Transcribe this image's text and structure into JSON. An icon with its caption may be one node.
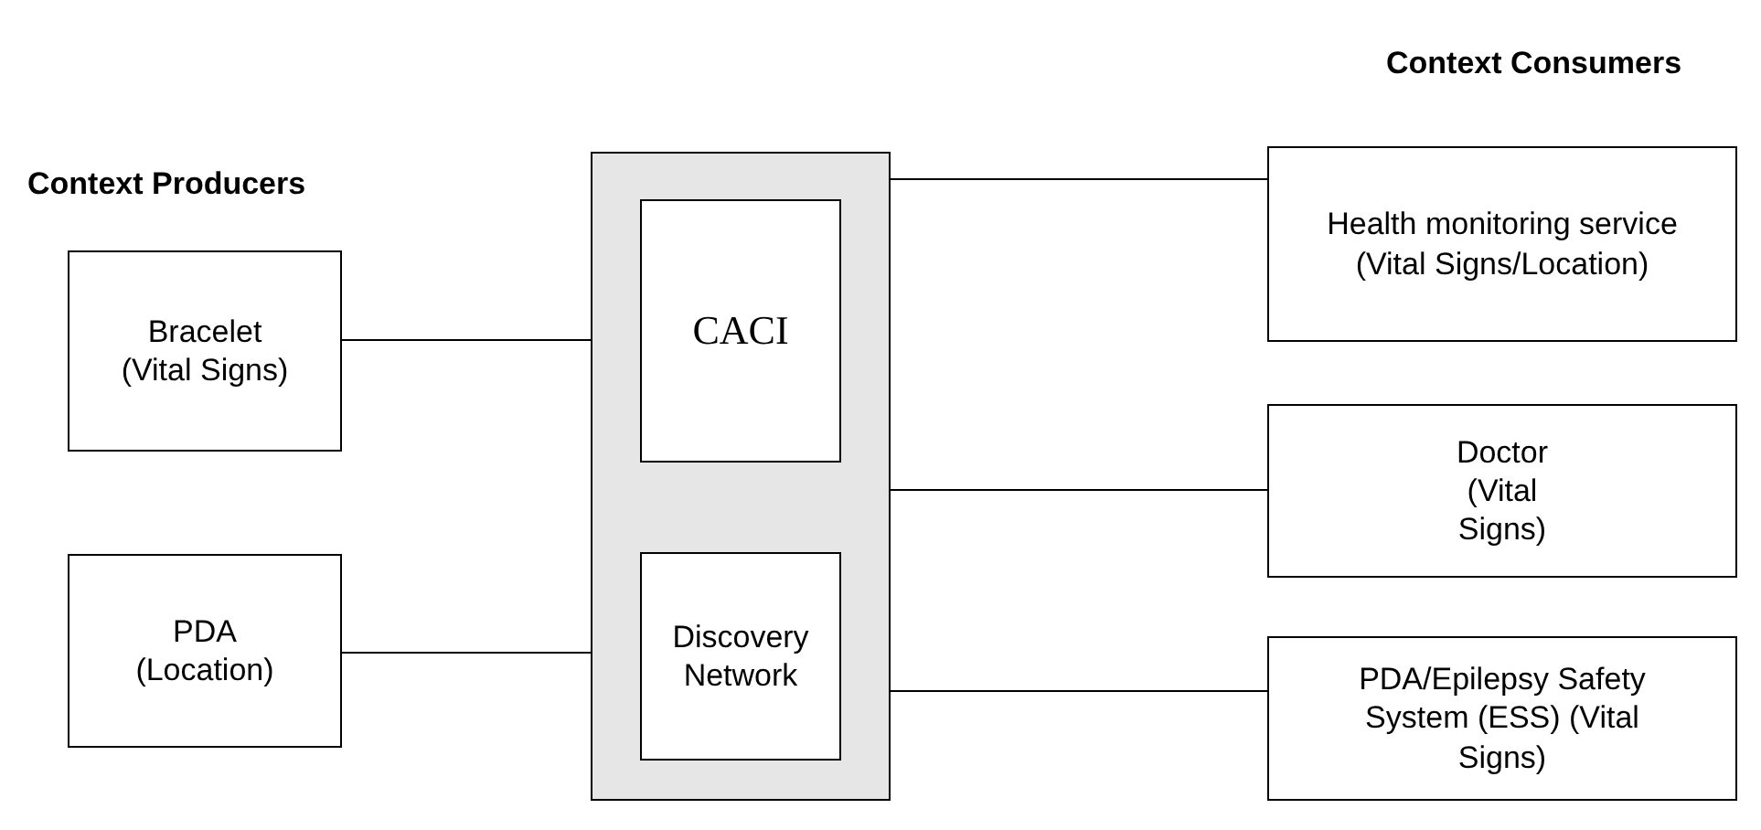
{
  "diagram": {
    "nodes": [
      {
        "text": [
          "Bracelet (Vital Signs)"
        ]
      },
      {
        "text": [
          "PDA (Location)"
        ]
      },
      {
        "text": [],
        "shape": "box"
      },
      {
        "text": [
          "CACI"
        ],
        "in": 2
      },
      {
        "text": [
          "Discovery Network"
        ],
        "in": 2
      },
      {
        "text": [
          "Health monitoring service (Vital Signs/Location)"
        ]
      },
      {
        "text": [
          "Doctor (Vital Signs)"
        ]
      },
      {
        "text": [
          "PDA/Epilepsy Safety System (ESS) (Vital Signs)"
        ]
      }
    ],
    "edges": [
      {
        "from": 0,
        "to": 2,
        "arrow": "none"
      },
      {
        "from": 1,
        "to": 2,
        "arrow": "none"
      },
      {
        "from": 2,
        "to": 5,
        "arrow": "none"
      },
      {
        "from": 2,
        "to": 6,
        "arrow": "none"
      },
      {
        "from": 2,
        "to": 7,
        "arrow": "none"
      }
    ],
    "labels": [
      "Context Consumers",
      "Context Producers"
    ]
  }
}
